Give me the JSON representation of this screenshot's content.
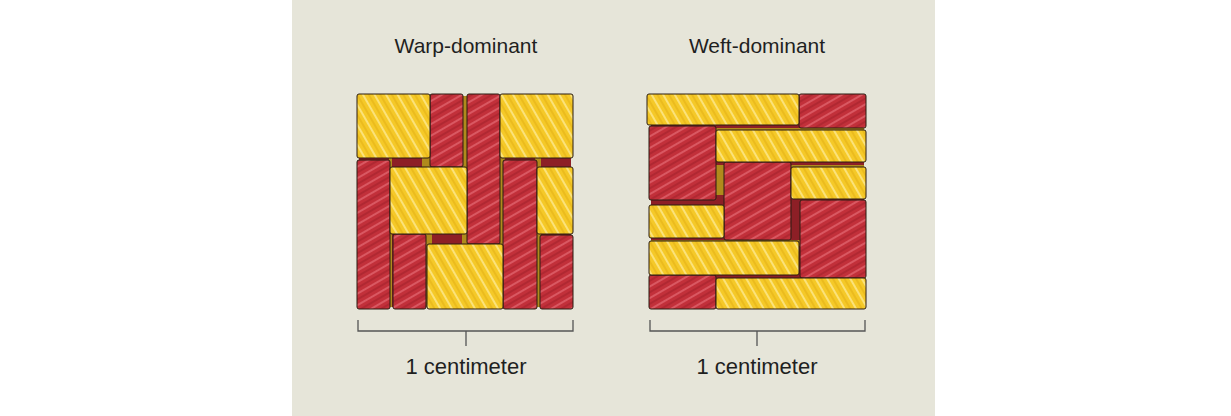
{
  "diagram": {
    "labels": [
      "Warp-dominant",
      "Weft-dominant",
      "1 centimeter",
      "1 centimeter"
    ]
  }
}
